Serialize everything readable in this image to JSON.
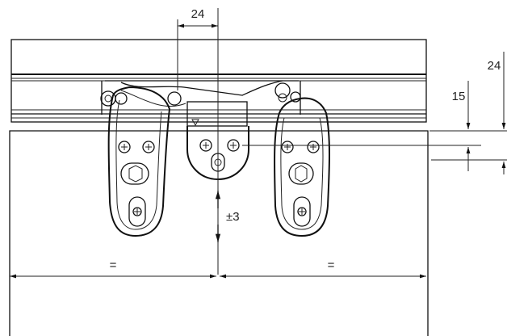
{
  "drawing": {
    "dimensions": {
      "top_width": "24",
      "right_offset_large": "24",
      "right_offset_small": "15",
      "vertical_adjust": "±3",
      "left_equal": "=",
      "right_equal": "="
    }
  }
}
